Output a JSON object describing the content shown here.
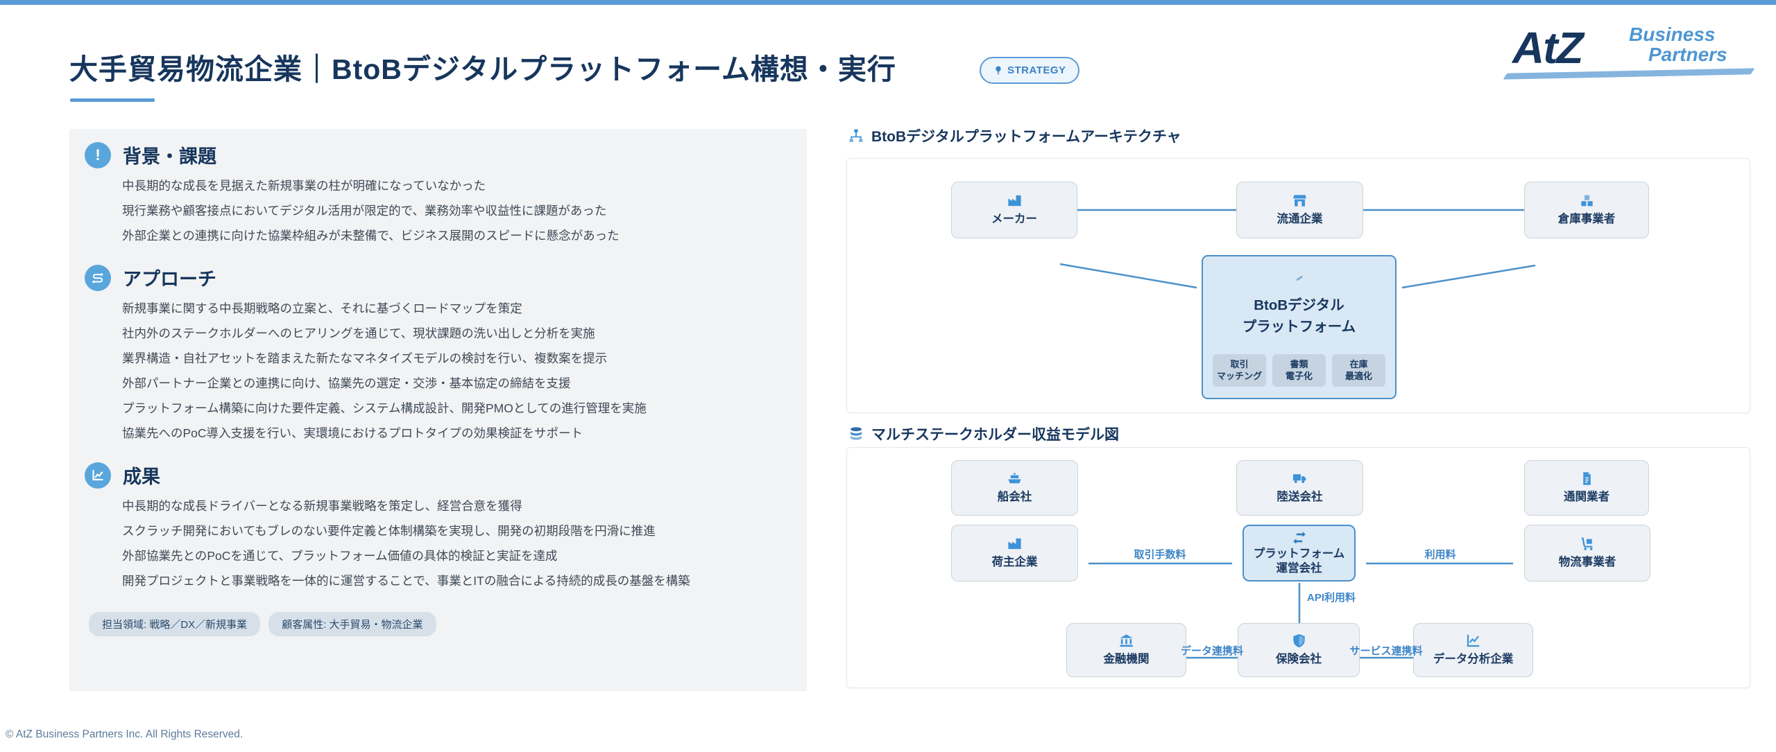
{
  "colors": {
    "accent_blue": "#5b9bd5",
    "navy": "#17365d",
    "icon_blue": "#3d93d8",
    "line_blue": "#4a90c9",
    "panel_gray": "#f2f3f4",
    "node_fill": "#eef1f5",
    "highlight_fill": "#d9e8f5"
  },
  "header": {
    "title": "大手貿易物流企業｜BtoBデジタルプラットフォーム構想・実行",
    "badge_label": "STRATEGY",
    "logo": {
      "atz": "AtZ",
      "business": "Business",
      "partners": "Partners"
    }
  },
  "case_summary": {
    "sections": [
      {
        "icon": "alert-icon",
        "title": "背景・課題",
        "items": [
          "中長期的な成長を見据えた新規事業の柱が明確になっていなかった",
          "現行業務や顧客接点においてデジタル活用が限定的で、業務効率や収益性に課題があった",
          "外部企業との連携に向けた協業枠組みが未整備で、ビジネス展開のスピードに懸念があった"
        ]
      },
      {
        "icon": "route-icon",
        "title": "アプローチ",
        "items": [
          "新規事業に関する中長期戦略の立案と、それに基づくロードマップを策定",
          "社内外のステークホルダーへのヒアリングを通じて、現状課題の洗い出しと分析を実施",
          "業界構造・自社アセットを踏まえた新たなマネタイズモデルの検討を行い、複数案を提示",
          "外部パートナー企業との連携に向け、協業先の選定・交渉・基本協定の締結を支援",
          "プラットフォーム構築に向けた要件定義、システム構成設計、開発PMOとしての進行管理を実施",
          "協業先へのPoC導入支援を行い、実環境におけるプロトタイプの効果検証をサポート"
        ]
      },
      {
        "icon": "trend-chart-icon",
        "title": "成果",
        "items": [
          "中長期的な成長ドライバーとなる新規事業戦略を策定し、経営合意を獲得",
          "スクラッチ開発においてもブレのない要件定義と体制構築を実現し、開発の初期段階を円滑に推進",
          "外部協業先とのPoCを通じて、プラットフォーム価値の具体的検証と実証を達成",
          "開発プロジェクトと事業戦略を一体的に運営することで、事業とITの融合による持続的成長の基盤を構築"
        ]
      }
    ],
    "tags": [
      "担当領域: 戦略／DX／新規事業",
      "顧客属性: 大手貿易・物流企業"
    ]
  },
  "architecture": {
    "heading": "BtoBデジタルプラットフォームアーキテクチャ",
    "nodes": [
      {
        "label": "メーカー",
        "icon": "factory-icon"
      },
      {
        "label": "流通企業",
        "icon": "store-icon"
      },
      {
        "label": "倉庫事業者",
        "icon": "boxes-icon"
      }
    ],
    "platform": {
      "line1": "BtoBデジタル",
      "line2": "プラットフォーム",
      "features": [
        {
          "l1": "取引",
          "l2": "マッチング"
        },
        {
          "l1": "書類",
          "l2": "電子化"
        },
        {
          "l1": "在庫",
          "l2": "最適化"
        }
      ]
    }
  },
  "revenue": {
    "heading": "マルチステークホルダー収益モデル図",
    "row1": [
      {
        "label": "船会社",
        "icon": "ship-icon"
      },
      {
        "label": "陸送会社",
        "icon": "truck-icon"
      },
      {
        "label": "通関業者",
        "icon": "customs-document-icon"
      }
    ],
    "row2": [
      {
        "label": "荷主企業",
        "icon": "factory-icon"
      },
      {
        "line1": "プラットフォーム",
        "line2": "運営会社",
        "icon": "exchange-arrows-icon"
      },
      {
        "label": "物流事業者",
        "icon": "dolly-icon"
      }
    ],
    "row3": [
      {
        "label": "金融機関",
        "icon": "bank-icon"
      },
      {
        "label": "保険会社",
        "icon": "shield-icon"
      },
      {
        "label": "データ分析企業",
        "icon": "line-chart-icon"
      }
    ],
    "fees": {
      "transaction": "取引手数料",
      "usage": "利用料",
      "api": "API利用料",
      "data": "データ連携料",
      "service": "サービス連携料"
    }
  },
  "footer": {
    "copyright": "© AtZ Business Partners Inc. All Rights Reserved."
  }
}
